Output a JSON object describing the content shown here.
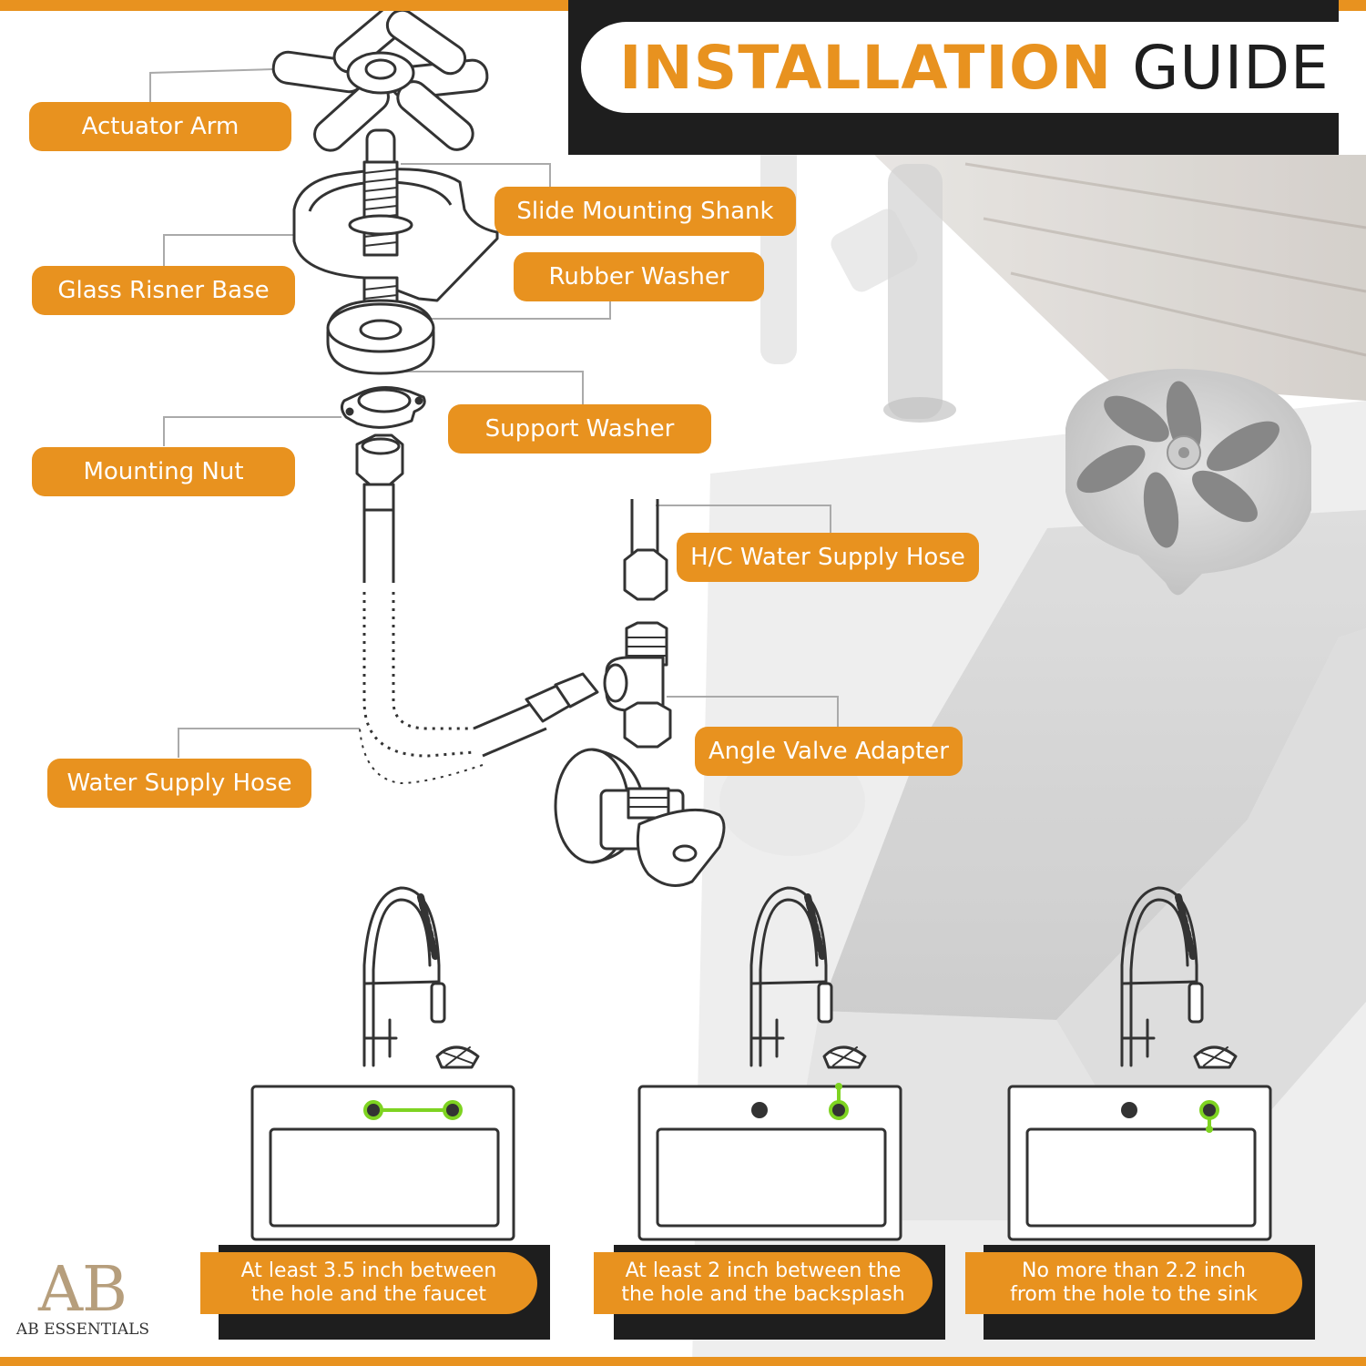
{
  "title": {
    "strong": "INSTALLATION",
    "light": "GUIDE"
  },
  "parts": {
    "actuator_arm": "Actuator Arm",
    "slide_mounting_shank": "Slide Mounting Shank",
    "glass_risner_base": "Glass Risner Base",
    "rubber_washer": "Rubber Washer",
    "support_washer": "Support Washer",
    "mounting_nut": "Mounting Nut",
    "hc_water_supply_hose": "H/C Water Supply Hose",
    "angle_valve_adapter": "Angle Valve Adapter",
    "water_supply_hose": "Water Supply Hose"
  },
  "notes": [
    {
      "line1": "At least 3.5 inch between",
      "line2": "the hole and the faucet"
    },
    {
      "line1": "At least 2 inch between the",
      "line2": "the hole and the backsplash"
    },
    {
      "line1": "No more than 2.2 inch",
      "line2": "from  the hole to the sink"
    }
  ],
  "brand": {
    "monogram_a": "A",
    "monogram_b": "B",
    "name": "AB ESSENTIALS"
  },
  "colors": {
    "accent": "#e8921f",
    "dark": "#1e1e1e",
    "highlight": "#7ed321"
  }
}
